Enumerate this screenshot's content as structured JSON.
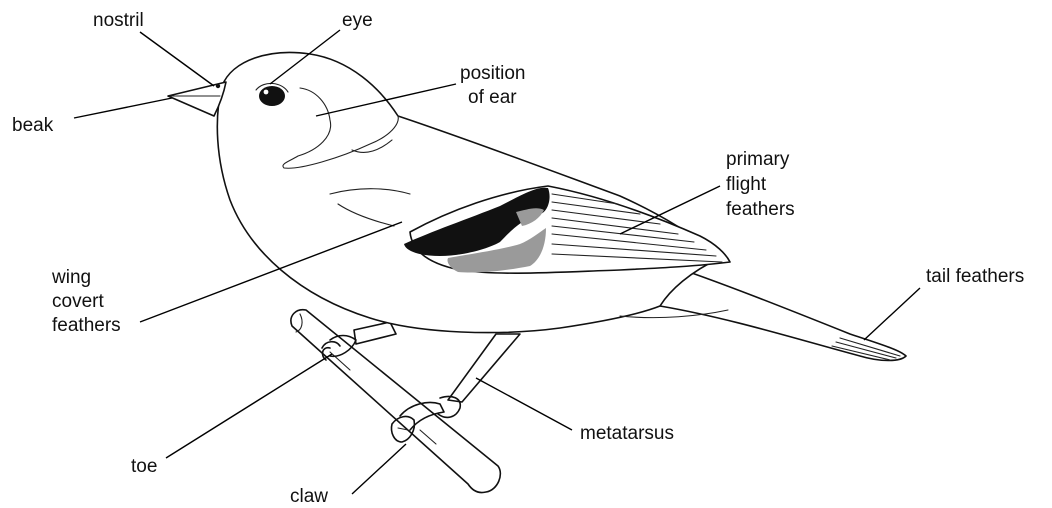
{
  "labels": {
    "nostril": "nostril",
    "eye": "eye",
    "beak": "beak",
    "position_of_ear": [
      "position",
      "of ear"
    ],
    "primary_flight_feathers": [
      "primary",
      "flight",
      "feathers"
    ],
    "tail_feathers": "tail feathers",
    "wing_covert_feathers": [
      "wing",
      "covert",
      "feathers"
    ],
    "toe": "toe",
    "metatarsus": "metatarsus",
    "claw": "claw"
  }
}
